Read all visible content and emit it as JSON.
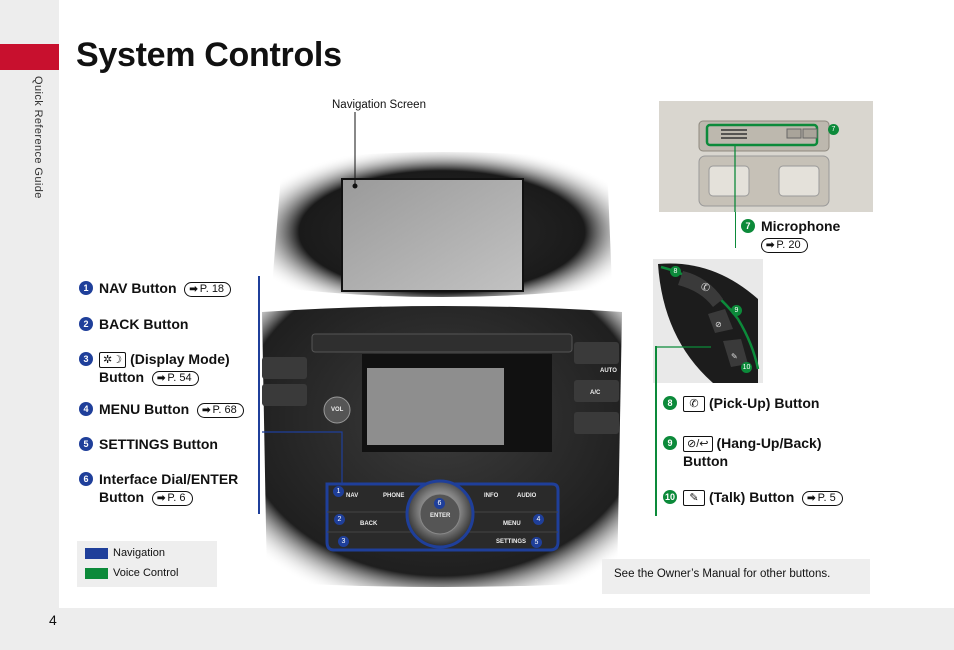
{
  "side_label": "Quick Reference Guide",
  "title": "System Controls",
  "page_number": "4",
  "callouts": {
    "navigation_screen": "Navigation Screen",
    "microphone": "Microphone",
    "microphone_ref": "P. 20",
    "microphone_num": "7"
  },
  "nav_items": [
    {
      "num": "1",
      "label": "NAV Button",
      "ref": "P. 18"
    },
    {
      "num": "2",
      "label": "BACK Button"
    },
    {
      "num": "3",
      "label": "(Display Mode)",
      "label2": "Button",
      "ref": "P. 54",
      "icon": "display-mode-icon"
    },
    {
      "num": "4",
      "label": "MENU Button",
      "ref": "P. 68"
    },
    {
      "num": "5",
      "label": "SETTINGS Button"
    },
    {
      "num": "6",
      "label": "Interface Dial/ENTER",
      "label2": "Button",
      "ref": "P. 6"
    }
  ],
  "voice_items": [
    {
      "num": "8",
      "label": "(Pick-Up) Button",
      "icon": "pick-up-icon"
    },
    {
      "num": "9",
      "label": "(Hang-Up/Back)",
      "label2": "Button",
      "icon": "hang-up-icon"
    },
    {
      "num": "10",
      "label": "(Talk) Button",
      "ref": "P. 5",
      "icon": "talk-icon"
    }
  ],
  "panel_labels": {
    "nav": "NAV",
    "phone": "PHONE",
    "info": "INFO",
    "audio": "AUDIO",
    "back": "BACK",
    "enter": "ENTER",
    "menu": "MENU",
    "settings": "SETTINGS",
    "vol": "VOL",
    "ac": "A/C",
    "auto": "AUTO"
  },
  "legend": [
    {
      "label": "Navigation",
      "color": "#1f3f9a"
    },
    {
      "label": "Voice Control",
      "color": "#0c8a3a"
    }
  ],
  "note": "See the Owner’s Manual for other buttons.",
  "colors": {
    "accent_red": "#c8102e",
    "nav_blue": "#1f3f9a",
    "voice_green": "#0c8a3a"
  }
}
